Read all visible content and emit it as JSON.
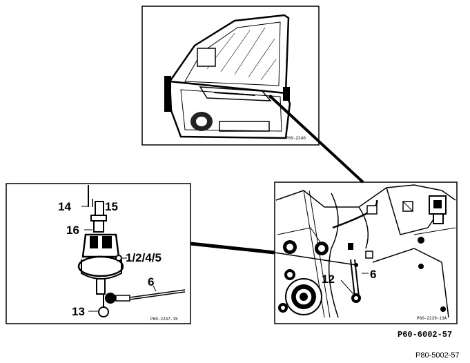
{
  "panels": {
    "door": {
      "ref": "P60-2240"
    },
    "detail": {
      "ref": "P60-2239-13A"
    },
    "switch": {
      "ref": "P60-2247-15"
    }
  },
  "callouts": {
    "c14": "14",
    "c15": "15",
    "c16": "16",
    "c1245": "1/2/4/5",
    "c6_switch": "6",
    "c13": "13",
    "c12": "12",
    "c6_detail": "6"
  },
  "figure_ref": "P60-6002-57",
  "caption": "P80-5002-57"
}
